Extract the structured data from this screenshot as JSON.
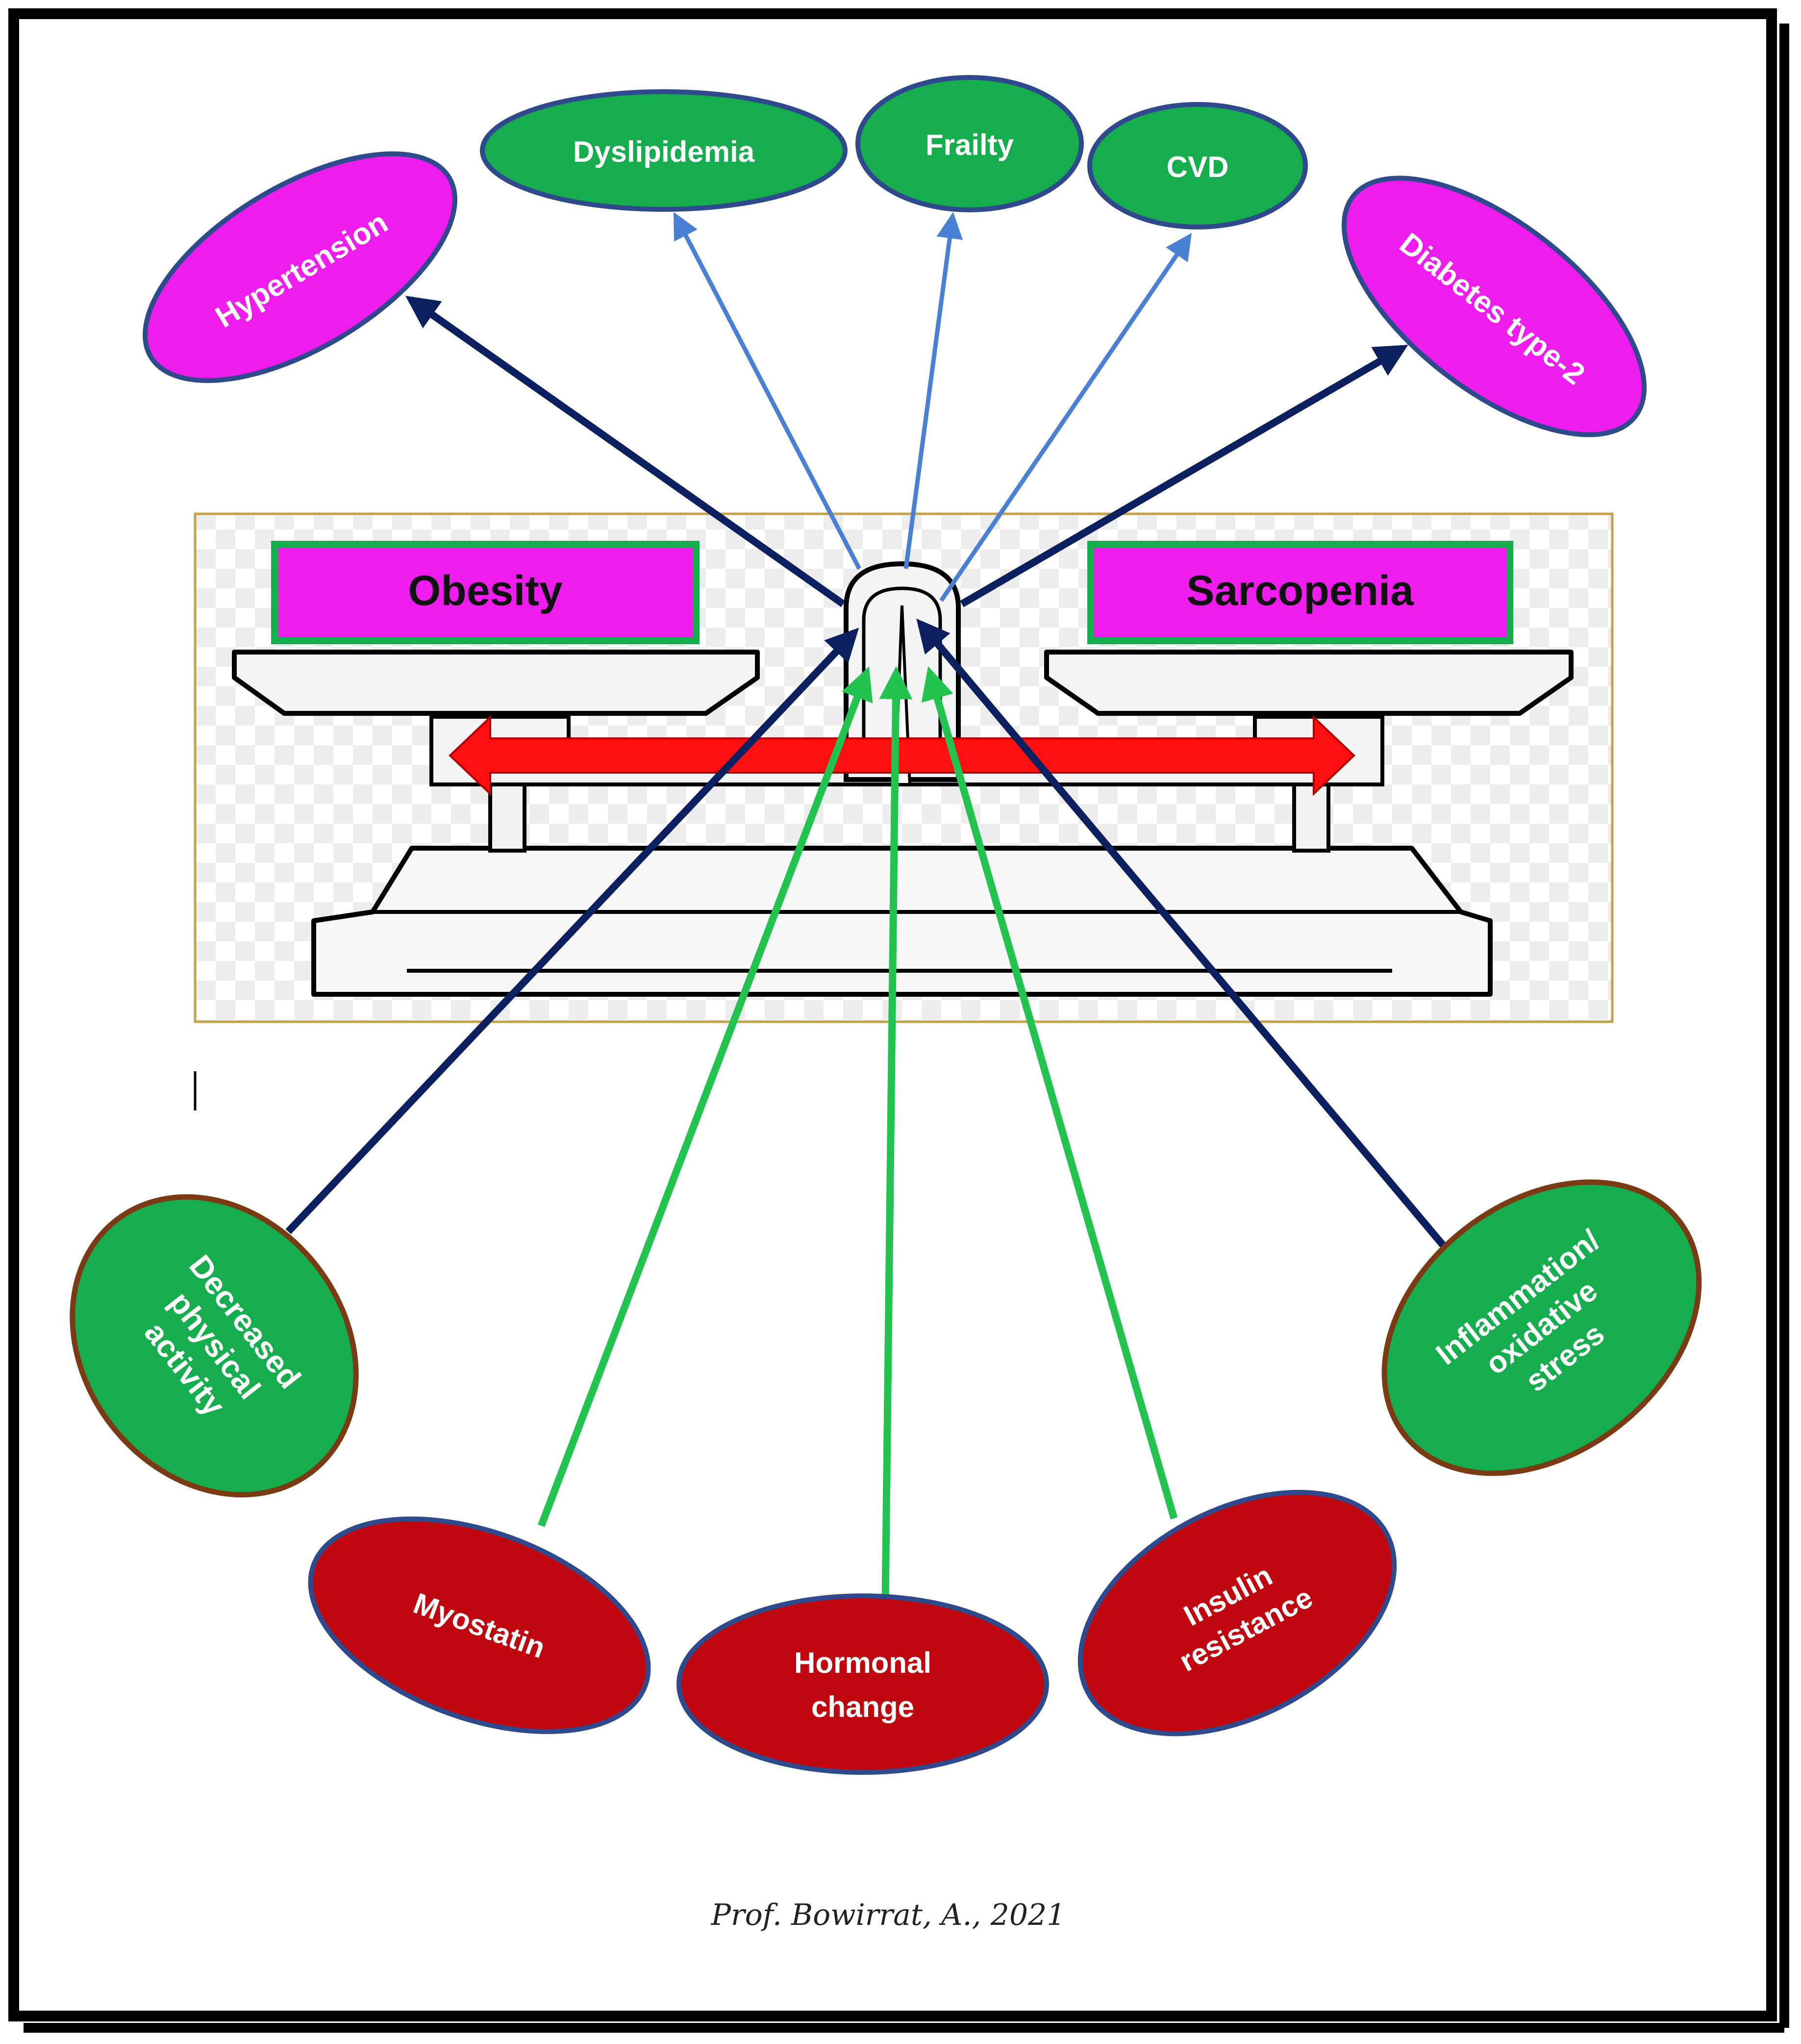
{
  "diagram": {
    "scale_labels": {
      "left": "Obesity",
      "right": "Sarcopenia"
    },
    "outcomes": {
      "hypertension": "Hypertension",
      "dyslipidemia": "Dyslipidemia",
      "frailty": "Frailty",
      "cvd": "CVD",
      "diabetes": "Diabetes type-2"
    },
    "factors": {
      "decreased_activity": [
        "Decreased",
        "physical",
        "activity"
      ],
      "myostatin": [
        "Myostatin"
      ],
      "hormonal_change": [
        "Hormonal",
        "change"
      ],
      "insulin_resistance": [
        "Insulin",
        "resistance"
      ],
      "inflammation": [
        "Inflammation/",
        "oxidative",
        "stress"
      ]
    },
    "credit": "Prof. Bowirrat, A., 2021",
    "colors": {
      "magenta": "#ee1dee",
      "green": "#16ad4e",
      "dark_red": "#c0060f",
      "navy": "#0c1f5e",
      "light_blue": "#4a80d4",
      "arrow_green": "#23c34f",
      "red_arrow": "#ff0f0f"
    }
  }
}
